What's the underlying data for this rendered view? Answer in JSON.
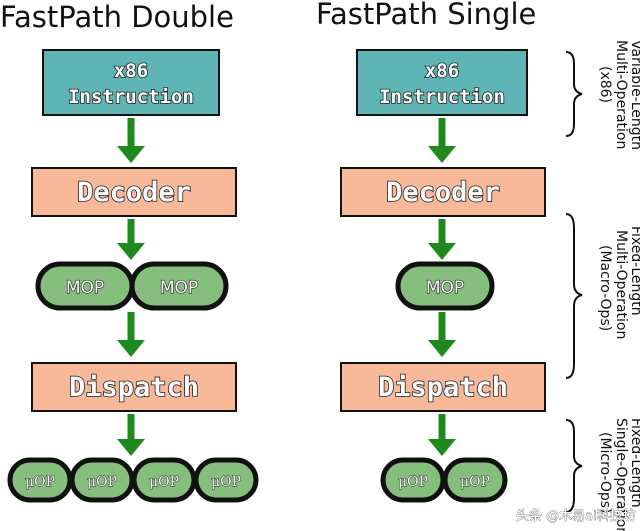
{
  "left": {
    "title": "FastPath Double",
    "instruction_line1": "x86",
    "instruction_line2": "Instruction",
    "decoder": "Decoder",
    "macro_ops": [
      "MOP",
      "MOP"
    ],
    "dispatch": "Dispatch",
    "micro_ops": [
      "μOP",
      "μOP",
      "μOP",
      "μOP"
    ]
  },
  "right": {
    "title": "FastPath Single",
    "instruction_line1": "x86",
    "instruction_line2": "Instruction",
    "decoder": "Decoder",
    "macro_ops": [
      "MOP"
    ],
    "dispatch": "Dispatch",
    "micro_ops": [
      "μOP",
      "μOP"
    ]
  },
  "side_labels": [
    {
      "lines": [
        "Variable-Length",
        "Multi-Operation",
        "(x86)"
      ]
    },
    {
      "lines": [
        "Fixed-Length",
        "Multi-Operation",
        "(Macro-Ops)"
      ]
    },
    {
      "lines": [
        "Fixed-Length",
        "Single-Operation",
        "(Micro-Ops)"
      ]
    }
  ],
  "watermark": "头条 @木易ai科技坊",
  "colors": {
    "instruction_fill": "#5fb5b5",
    "decoder_fill": "#f7b99a",
    "op_fill": "#86bf7d",
    "arrow": "#1e8a1e",
    "border": "#111111"
  }
}
